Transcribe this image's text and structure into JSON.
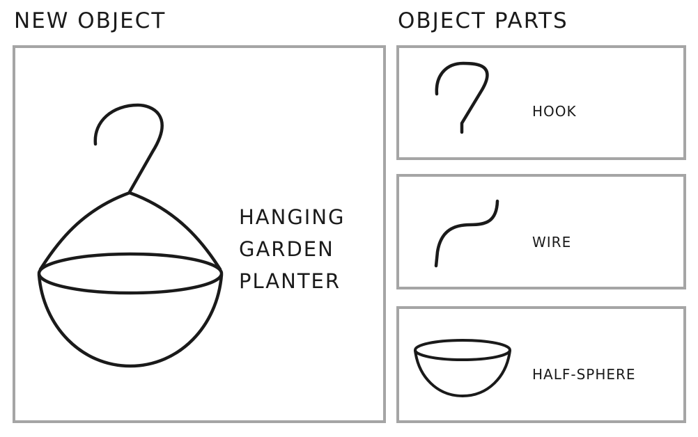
{
  "new_object": {
    "heading": "NEW OBJECT",
    "label_lines": [
      "HANGING",
      "GARDEN",
      "PLANTER"
    ]
  },
  "object_parts": {
    "heading": "OBJECT PARTS",
    "parts": [
      {
        "label": "HOOK",
        "icon": "hook-icon"
      },
      {
        "label": "WIRE",
        "icon": "wire-icon"
      },
      {
        "label": "HALF-SPHERE",
        "icon": "half-sphere-icon"
      }
    ]
  }
}
